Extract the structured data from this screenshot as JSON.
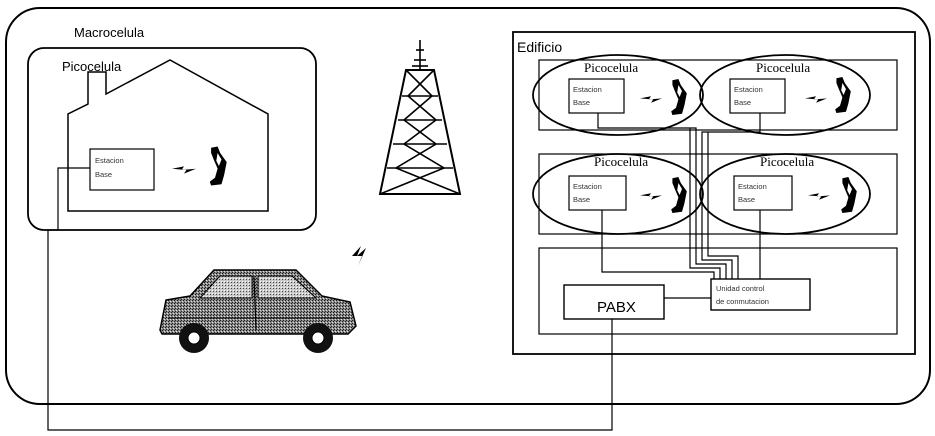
{
  "macrocell": {
    "label": "Macrocelula"
  },
  "house": {
    "picocell_label": "Picocelula",
    "base_station": {
      "line1": "Estacion",
      "line2": "Base"
    }
  },
  "building": {
    "label": "Edificio",
    "cells": [
      {
        "label": "Picocelula",
        "bs_line1": "Estacion",
        "bs_line2": "Base"
      },
      {
        "label": "Picocelula",
        "bs_line1": "Estacion",
        "bs_line2": "Base"
      },
      {
        "label": "Picocelula",
        "bs_line1": "Estacion",
        "bs_line2": "Base"
      },
      {
        "label": "Picocelula",
        "bs_line1": "Estacion",
        "bs_line2": "Base"
      }
    ],
    "pabx": {
      "label": "PABX"
    },
    "controller": {
      "line1": "Unidad control",
      "line2": "de conmutacion"
    }
  },
  "icons": [
    "cell-tower-icon",
    "car-icon",
    "mobile-phone-icon",
    "radio-signal-icon"
  ]
}
